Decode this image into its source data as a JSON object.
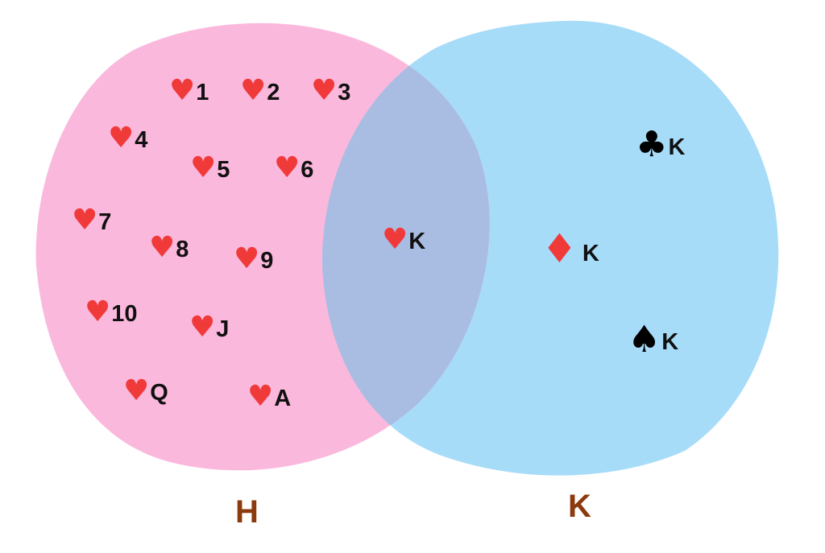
{
  "colors": {
    "set_h_fill": "#fbb8dd",
    "set_k_fill": "#a7dcf9",
    "overlap_fill": "#a9bde2",
    "heart": "#f03a3a",
    "diamond": "#f03a3a",
    "black_suit": "#000000",
    "label": "#8b3a0e"
  },
  "sets": {
    "h_label": "H",
    "k_label": "K"
  },
  "cards": [
    {
      "suit": "heart-icon",
      "glyph": "♥",
      "rank": "1"
    },
    {
      "suit": "heart-icon",
      "glyph": "♥",
      "rank": "2"
    },
    {
      "suit": "heart-icon",
      "glyph": "♥",
      "rank": "3"
    },
    {
      "suit": "heart-icon",
      "glyph": "♥",
      "rank": "4"
    },
    {
      "suit": "heart-icon",
      "glyph": "♥",
      "rank": "5"
    },
    {
      "suit": "heart-icon",
      "glyph": "♥",
      "rank": "6"
    },
    {
      "suit": "heart-icon",
      "glyph": "♥",
      "rank": "7"
    },
    {
      "suit": "heart-icon",
      "glyph": "♥",
      "rank": "8"
    },
    {
      "suit": "heart-icon",
      "glyph": "♥",
      "rank": "9"
    },
    {
      "suit": "heart-icon",
      "glyph": "♥",
      "rank": "10"
    },
    {
      "suit": "heart-icon",
      "glyph": "♥",
      "rank": "J"
    },
    {
      "suit": "heart-icon",
      "glyph": "♥",
      "rank": "Q"
    },
    {
      "suit": "heart-icon",
      "glyph": "♥",
      "rank": "A"
    },
    {
      "suit": "heart-icon",
      "glyph": "♥",
      "rank": "K"
    },
    {
      "suit": "diamond-icon",
      "glyph": "♦",
      "rank": "K"
    },
    {
      "suit": "club-icon",
      "glyph": "♣",
      "rank": "K"
    },
    {
      "suit": "spade-icon",
      "glyph": "♠",
      "rank": "K"
    }
  ]
}
